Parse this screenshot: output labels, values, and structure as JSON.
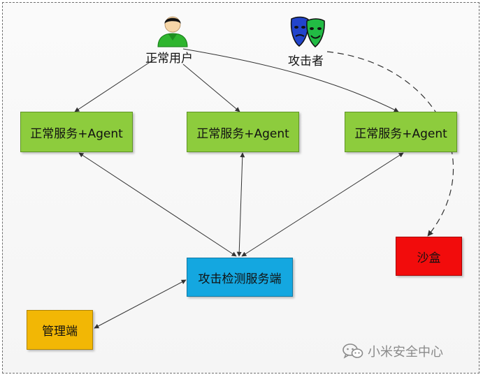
{
  "actors": {
    "user": {
      "label": "正常用户",
      "icon": "user-icon"
    },
    "attacker": {
      "label": "攻击者",
      "icon": "theater-masks-icon"
    }
  },
  "nodes": {
    "service_1": {
      "label": "正常服务+Agent"
    },
    "service_2": {
      "label": "正常服务+Agent"
    },
    "service_3": {
      "label": "正常服务+Agent"
    },
    "detection_server": {
      "label": "攻击检测服务端"
    },
    "sandbox": {
      "label": "沙盒"
    },
    "management": {
      "label": "管理端"
    }
  },
  "watermark": {
    "text": "小米安全中心",
    "icon": "wechat-icon"
  },
  "colors": {
    "service": "#8dcc3d",
    "detection_server": "#14a7e0",
    "sandbox": "#f20c0c",
    "management": "#f2b705"
  }
}
